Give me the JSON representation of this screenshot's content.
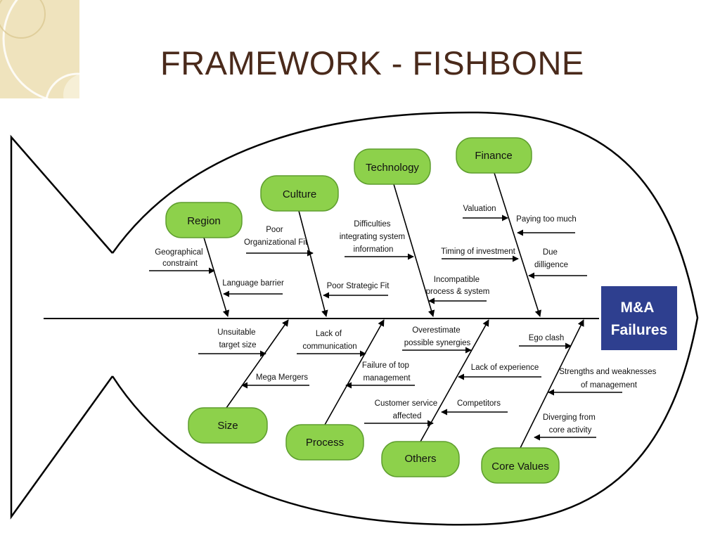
{
  "title": "FRAMEWORK - FISHBONE",
  "effect": {
    "lines": [
      "M&A",
      "Failures"
    ],
    "color": "#2e3f8f"
  },
  "colors": {
    "category_fill": "#8dd14b",
    "category_stroke": "#5e9e2e",
    "title_color": "#4a2a1b"
  },
  "categories": {
    "region": "Region",
    "culture": "Culture",
    "technology": "Technology",
    "finance": "Finance",
    "size": "Size",
    "process": "Process",
    "others": "Others",
    "core_values": "Core Values"
  },
  "causes": {
    "geographical_constraint": [
      "Geographical",
      "constraint"
    ],
    "language_barrier": [
      "Language barrier"
    ],
    "poor_org_fit": [
      "Poor",
      "Organizational Fit"
    ],
    "poor_strategic_fit": [
      "Poor Strategic Fit"
    ],
    "difficulties_integrating": [
      "Difficulties",
      "integrating system",
      "information"
    ],
    "incompatible_process": [
      "Incompatible",
      "process & system"
    ],
    "valuation": [
      "Valuation"
    ],
    "paying_too_much": [
      "Paying too much"
    ],
    "timing_of_investment": [
      "Timing of investment"
    ],
    "due_diligence": [
      "Due",
      "dilligence"
    ],
    "unsuitable_target_size": [
      "Unsuitable",
      "target size"
    ],
    "mega_mergers": [
      "Mega Mergers"
    ],
    "lack_of_communication": [
      "Lack of",
      "communication"
    ],
    "failure_of_top_management": [
      "Failure of top",
      "management"
    ],
    "overestimate_synergies": [
      "Overestimate",
      "possible synergies"
    ],
    "lack_of_experience": [
      "Lack of experience"
    ],
    "customer_service_affected": [
      "Customer service",
      "affected"
    ],
    "competitors": [
      "Competitors"
    ],
    "ego_clash": [
      "Ego clash"
    ],
    "strengths_weaknesses": [
      "Strengths and weaknesses",
      "of management"
    ],
    "diverging_from_core": [
      "Diverging from",
      "core activity"
    ]
  }
}
